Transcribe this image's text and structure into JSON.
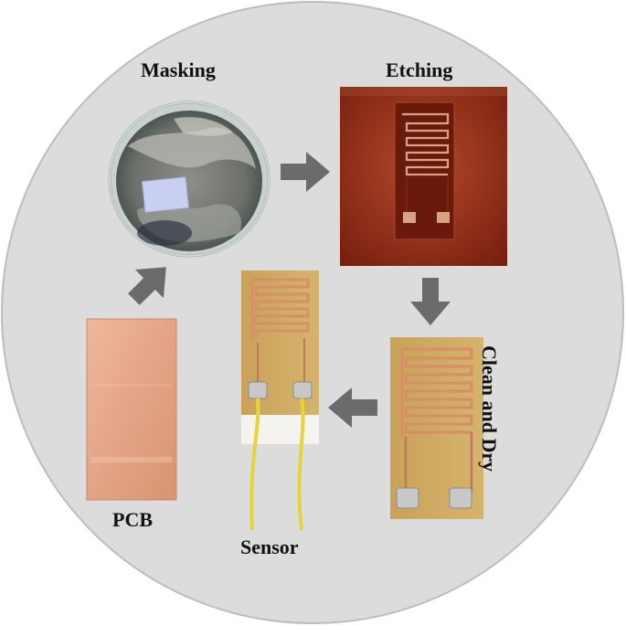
{
  "labels": {
    "masking": "Masking",
    "etching": "Etching",
    "clean_and_dry": "Clean and Dry",
    "sensor": "Sensor",
    "pcb": "PCB"
  },
  "colors": {
    "background_circle": "#dcdcdc",
    "arrow": "#6b6b6b",
    "copper": "#e3a487",
    "etchant": "#8a2a14",
    "substrate": "#c9a35f",
    "solder": "#c8c8c8",
    "wire": "#e8d23a"
  },
  "steps": [
    "PCB",
    "Masking",
    "Etching",
    "Clean and Dry",
    "Sensor"
  ]
}
